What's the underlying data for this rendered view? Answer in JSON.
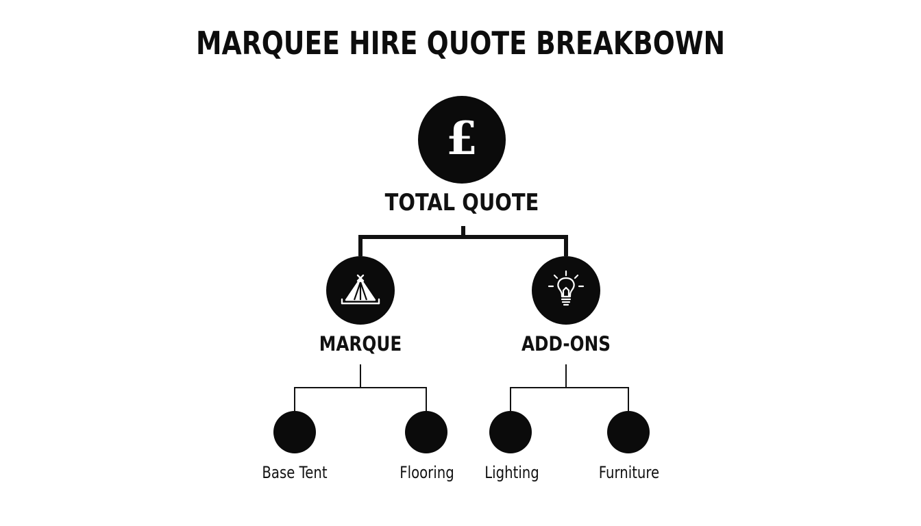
{
  "title": "MARQUEE HIRE QUOTE BREAKBOWN",
  "root": {
    "label": "TOTAL QUOTE",
    "icon": "pound-sign-icon",
    "symbol": "£"
  },
  "branches": [
    {
      "label": "MARQUE",
      "icon": "tent-icon",
      "children": [
        "Base Tent",
        "Flooring"
      ]
    },
    {
      "label": "ADD-ONS",
      "icon": "lightbulb-icon",
      "children": [
        "Lighting",
        "Furniture"
      ]
    }
  ],
  "colors": {
    "node": "#0b0b0b",
    "line": "#111111",
    "background": "#ffffff"
  }
}
